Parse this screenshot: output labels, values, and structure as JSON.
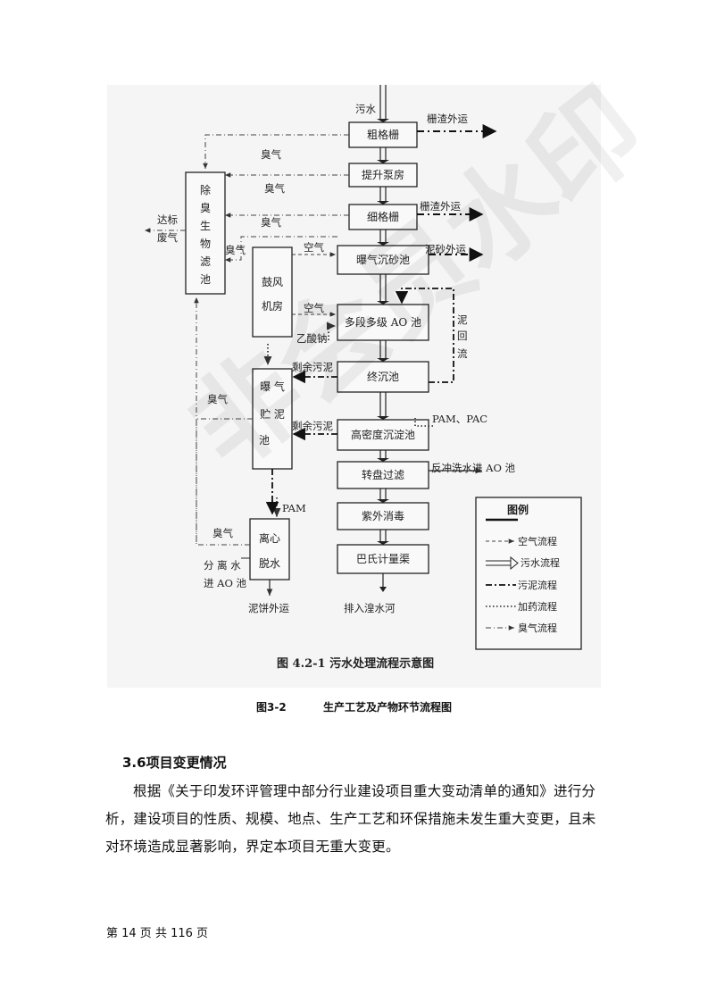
{
  "figure": {
    "inner_caption": "图 4.2-1  污水处理流程示意图",
    "process_units": {
      "coarse_screen": "粗格栅",
      "lift_pump": "提升泵房",
      "fine_screen": "细格栅",
      "grit_chamber": "曝气沉砂池",
      "ao_tank": "多段多级 AO 池",
      "final_clarifier": "终沉池",
      "high_density": "高密度沉淀池",
      "disc_filter": "转盘过滤",
      "uv": "紫外消毒",
      "parshall": "巴氏计量渠",
      "blower_1": "鼓风",
      "blower_2": "机房",
      "deodor": [
        "除",
        "臭",
        "生",
        "物",
        "滤",
        "池"
      ],
      "sludge_store_1": "曝  气",
      "sludge_store_2": "贮  泥",
      "sludge_store_3": "池",
      "dewater_1": "离心",
      "dewater_2": "脱水"
    },
    "labels": {
      "inflow": "污水",
      "screenings_out_1": "栅渣外运",
      "screenings_out_2": "栅渣外运",
      "grit_out": "泥砂外运",
      "odor_1": "臭气",
      "odor_2": "臭气",
      "odor_3": "臭气",
      "odor_4": "臭气",
      "odor_5": "臭气",
      "odor_6": "臭气",
      "air_1": "空气",
      "air_2": "空气",
      "sodium_acetate": "乙酸钠",
      "excess_sludge_1": "剩余污泥",
      "excess_sludge_2": "剩余污泥",
      "sludge_return": [
        "泥",
        "回",
        "流"
      ],
      "pam_pac": "PAM、PAC",
      "backwash": "反冲洗水进 AO 池",
      "pam": "PAM",
      "exhaust_1": "达标",
      "exhaust_2": "废气",
      "separated_water_1": "分 离 水",
      "separated_water_2": "进 AO 池",
      "cake_out": "泥饼外运",
      "discharge": "排入湟水河"
    },
    "legend": {
      "title": "图例",
      "items": [
        "空气流程",
        "污水流程",
        "污泥流程",
        "加药流程",
        "臭气流程"
      ]
    }
  },
  "caption": {
    "number": "图3-2",
    "title": "生产工艺及产物环节流程图"
  },
  "section": {
    "heading": "3.6项目变更情况",
    "paragraph": "根据《关于印发环评管理中部分行业建设项目重大变动清单的通知》进行分析，建设项目的性质、规模、地点、生产工艺和环保措施未发生重大变更，且未对环境造成显著影响，界定本项目无重大变更。"
  },
  "footer": {
    "page_text": "第 14 页 共 116 页"
  },
  "watermark": "非会员水印"
}
